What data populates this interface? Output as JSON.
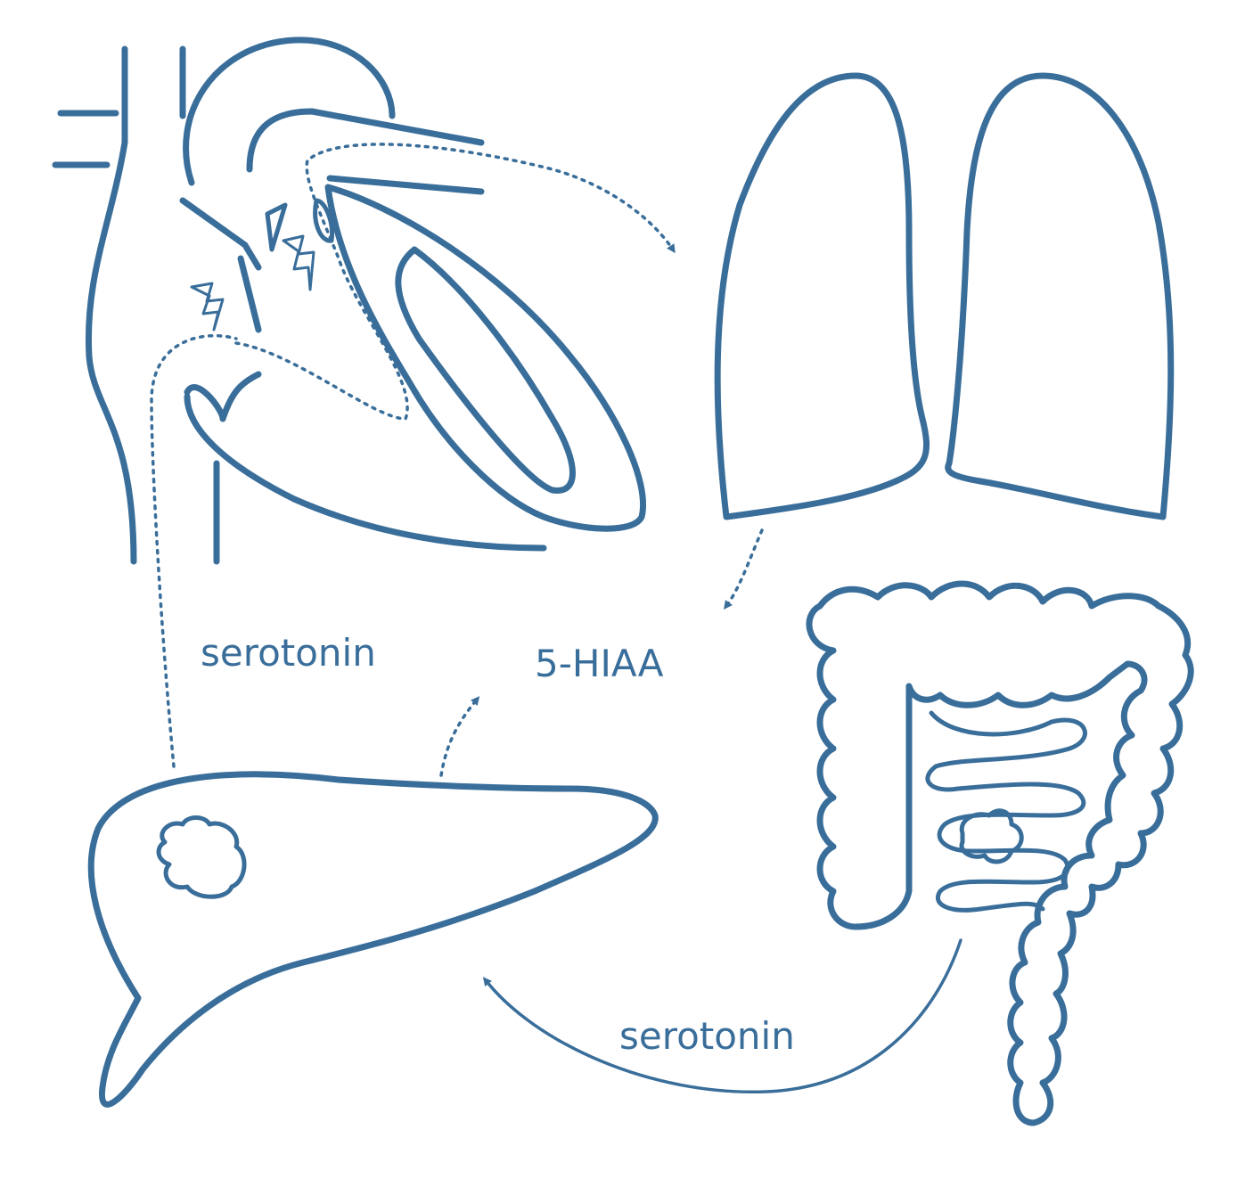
{
  "labels": {
    "serotonin_heart": "serotonin",
    "metabolite": "5-HIAA",
    "serotonin_gut": "serotonin"
  },
  "colors": {
    "stroke": "#3a6e9a",
    "text": "#3a6e9a",
    "background": "#ffffff"
  },
  "icons": {
    "heart": "heart-outline-icon",
    "lungs": "lungs-outline-icon",
    "liver": "liver-outline-icon",
    "intestines": "intestines-outline-icon",
    "valve_damage": "lightning-bolt-icon"
  }
}
